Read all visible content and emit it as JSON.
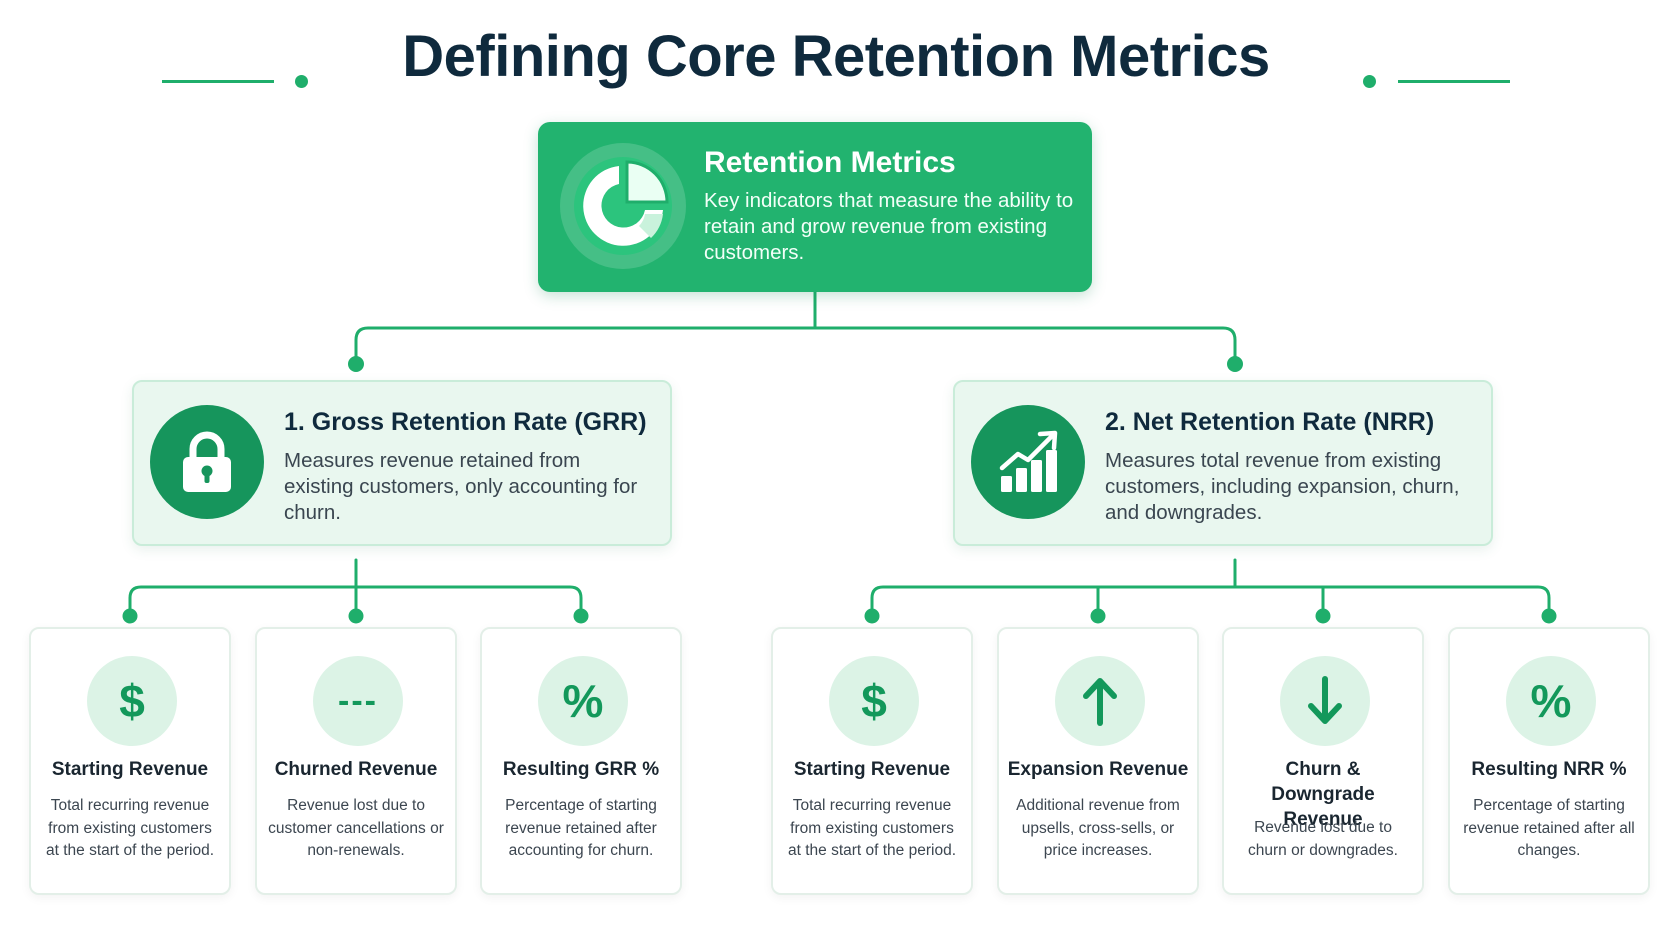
{
  "title": "Defining Core Retention Metrics",
  "colors": {
    "accent": "#22b36f",
    "dark_accent": "#16955c",
    "light_accent": "#dcf3e6",
    "title_text": "#0f2a3d"
  },
  "root": {
    "icon": "pie-chart-icon",
    "title": "Retention Metrics",
    "description": "Key indicators that measure the ability to retain and grow revenue from existing customers."
  },
  "grr": {
    "icon": "lock-icon",
    "title": "1. Gross Retention Rate (GRR)",
    "description": "Measures revenue retained from existing customers, only accounting for churn.",
    "items": [
      {
        "icon": "dollar-icon",
        "glyph": "$",
        "title": "Starting Revenue",
        "description": "Total recurring revenue from existing customers at the start of the period."
      },
      {
        "icon": "dashes-icon",
        "glyph": "---",
        "title": "Churned Revenue",
        "description": "Revenue lost due to customer cancellations or non-renewals."
      },
      {
        "icon": "percent-icon",
        "glyph": "%",
        "title": "Resulting GRR %",
        "description": "Percentage of starting revenue retained after accounting for churn."
      }
    ]
  },
  "nrr": {
    "icon": "growth-chart-icon",
    "title": "2. Net Retention Rate (NRR)",
    "description": "Measures total revenue from existing customers, including expansion, churn, and downgrades.",
    "items": [
      {
        "icon": "dollar-icon",
        "glyph": "$",
        "title": "Starting Revenue",
        "description": "Total recurring revenue from existing customers at the start of the period."
      },
      {
        "icon": "arrow-up-icon",
        "glyph": "",
        "title": "Expansion Revenue",
        "description": "Additional revenue from upsells, cross-sells, or price increases."
      },
      {
        "icon": "arrow-down-icon",
        "glyph": "",
        "title": "Churn & Downgrade Revenue",
        "description": "Revenue lost due to churn or downgrades."
      },
      {
        "icon": "percent-icon",
        "glyph": "%",
        "title": "Resulting NRR %",
        "description": "Percentage of starting revenue retained after all changes."
      }
    ]
  }
}
